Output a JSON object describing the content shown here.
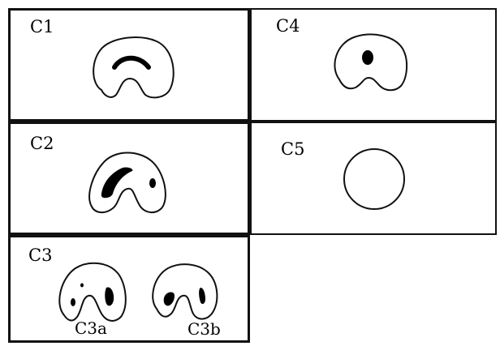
{
  "panels": {
    "c1": {
      "label": "C1"
    },
    "c2": {
      "label": "C2"
    },
    "c3": {
      "label": "C3",
      "sublabel_a": "C3a",
      "sublabel_b": "C3b"
    },
    "c4": {
      "label": "C4"
    },
    "c5": {
      "label": "C5"
    }
  }
}
